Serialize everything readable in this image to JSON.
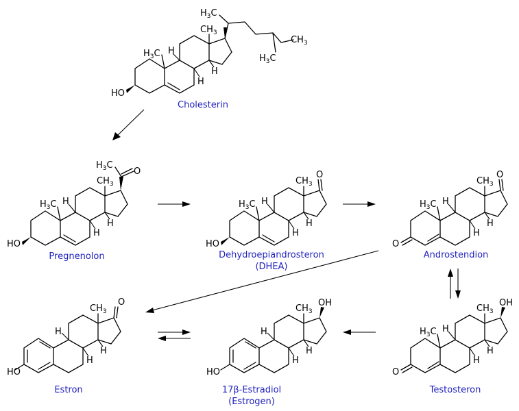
{
  "compounds": {
    "cholesterin": {
      "name": "Cholesterin"
    },
    "pregnenolon": {
      "name": "Pregnenolon"
    },
    "dhea": {
      "name": "Dehydroepiandrosteron",
      "abbr": "(DHEA)"
    },
    "androstendion": {
      "name": "Androstendion"
    },
    "estron": {
      "name": "Estron"
    },
    "estradiol": {
      "name": "17β-Estradiol",
      "abbr": "(Estrogen)"
    },
    "testosteron": {
      "name": "Testosteron"
    }
  },
  "atoms": {
    "ho": "HO",
    "o": "O",
    "oh": "OH",
    "h": "H",
    "ch3": "CH",
    "h3c": "H",
    "c": "C",
    "three": "3"
  },
  "colors": {
    "caption": "#1f1fbf",
    "bond": "#000000"
  }
}
